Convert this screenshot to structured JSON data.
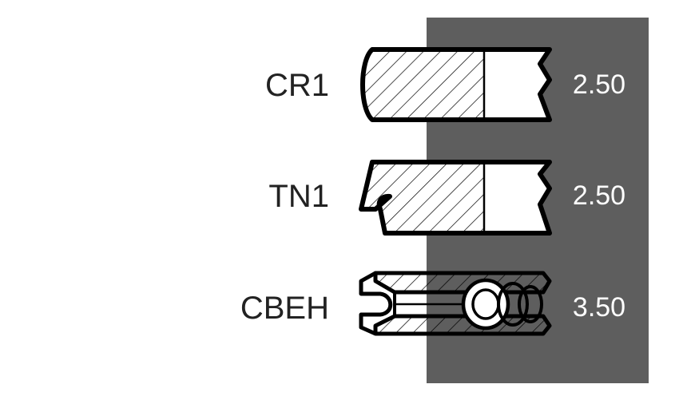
{
  "rings": [
    {
      "code": "CR1",
      "width_value": "2.50",
      "profile": "barrel-face-icon"
    },
    {
      "code": "TN1",
      "width_value": "2.50",
      "profile": "taper-napier-icon"
    },
    {
      "code": "CBEH",
      "width_value": "3.50",
      "profile": "oil-control-expander-icon"
    }
  ],
  "colors": {
    "panel": "#5e5e5e",
    "outline": "#000000",
    "background": "#ffffff",
    "value_text": "#ffffff",
    "label_text": "#222222"
  }
}
